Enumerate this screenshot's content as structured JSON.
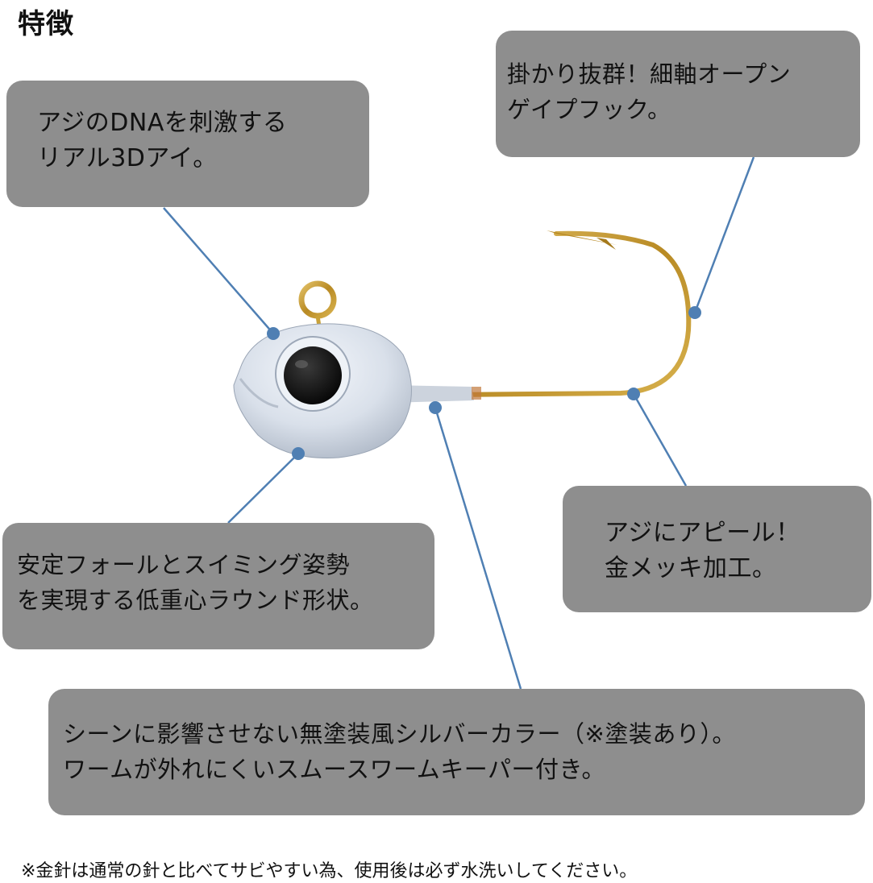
{
  "heading": "特徴",
  "callouts": {
    "eye": {
      "line1": "アジのDNAを刺激する",
      "line2": "リアル3Dアイ。"
    },
    "hook": {
      "line1": "掛かり抜群！細軸オープン",
      "line2": "ゲイプフック。"
    },
    "head": {
      "line1": "安定フォールとスイミング姿勢",
      "line2": "を実現する低重心ラウンド形状。"
    },
    "gold": {
      "line1": "アジにアピール！",
      "line2": "金メッキ加工。"
    },
    "color": {
      "line1": "シーンに影響させない無塗装風シルバーカラー（※塗装あり）。",
      "line2": "ワームが外れにくいスムースワームキーパー付き。"
    }
  },
  "footnote": "※金針は通常の針と比べてサビやすい為、使用後は必ず水洗いしてください。",
  "colors": {
    "callout_background": "#8e8e8e",
    "leader_line": "#4f7fb3",
    "gold_hook": "#c9a23a",
    "silver_head": "#dbe2ec"
  }
}
